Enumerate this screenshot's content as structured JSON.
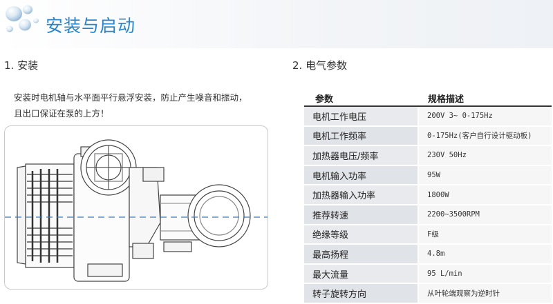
{
  "header": {
    "title": "安装与启动"
  },
  "install": {
    "heading": "1. 安装",
    "lines": [
      "安装时电机轴与水平面平行悬浮安装，防止产生噪音和振动，",
      "且出口保证在泵的上方！"
    ]
  },
  "electrical": {
    "heading": "2. 电气参数",
    "columns": [
      "参数",
      "规格描述"
    ],
    "rows": [
      [
        "电机工作电压",
        "200V 3~ 0-175Hz"
      ],
      [
        "电机工作频率",
        "0-175Hz(客户自行设计驱动板)"
      ],
      [
        "加热器电压/频率",
        "230V  50Hz"
      ],
      [
        "电机输入功率",
        "95W"
      ],
      [
        "加热器输入功率",
        "1800W"
      ],
      [
        "推荐转速",
        "2200~3500RPM"
      ],
      [
        "绝缘等级",
        "F级"
      ],
      [
        "最高扬程",
        "4.8m"
      ],
      [
        "最大流量",
        "95 L/min"
      ],
      [
        "转子旋转方向",
        "从叶轮端观察为逆时针"
      ]
    ]
  },
  "colors": {
    "title": "#2a86c9",
    "dash_line": "#3b78b8",
    "row_bg": "#e8eaee"
  }
}
